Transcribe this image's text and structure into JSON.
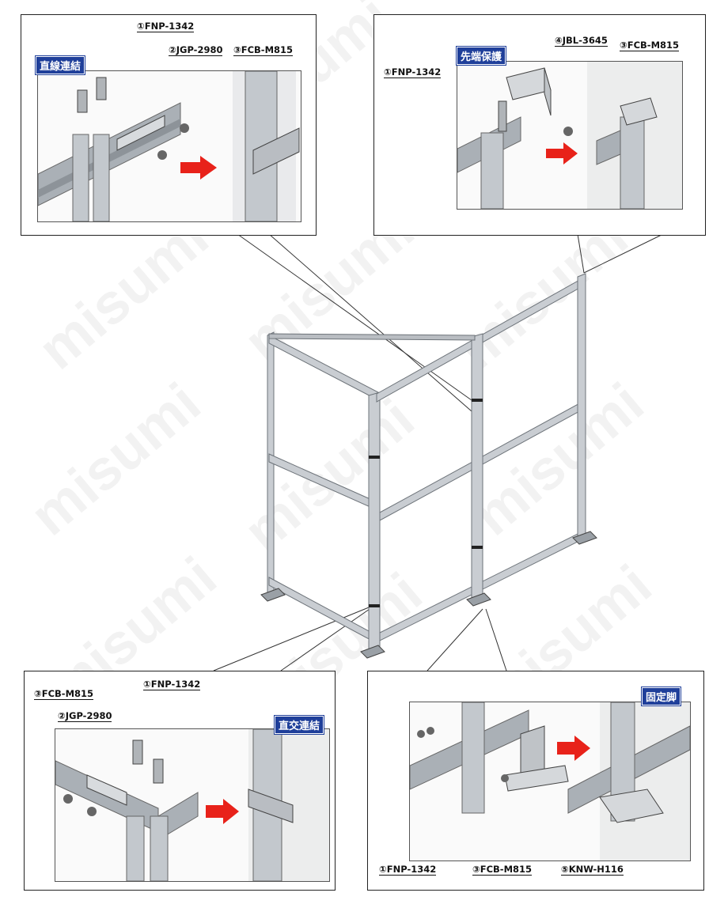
{
  "watermark": "misumi",
  "panels": {
    "top_left": {
      "tag": "直線連結",
      "parts": [
        "①FNP-1342",
        "②JGP-2980",
        "③FCB-M815"
      ]
    },
    "top_right": {
      "tag": "先端保護",
      "parts": [
        "④JBL-3645",
        "③FCB-M815",
        "①FNP-1342"
      ]
    },
    "bottom_left": {
      "tag": "直交連結",
      "parts": [
        "③FCB-M815",
        "①FNP-1342",
        "②JGP-2980"
      ]
    },
    "bottom_right": {
      "tag": "固定脚",
      "parts": [
        "①FNP-1342",
        "③FCB-M815",
        "⑤KNW-H116"
      ]
    }
  },
  "colors": {
    "tag_bg": "#1f3f9a",
    "arrow": "#e8221a",
    "frame": "#8a8f96"
  }
}
